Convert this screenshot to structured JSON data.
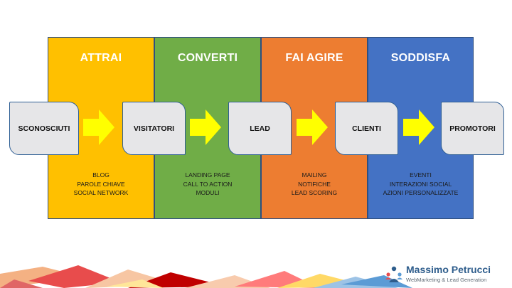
{
  "columns": [
    {
      "title": "ATTRAI",
      "items": [
        "BLOG",
        "PAROLE CHIAVE",
        "SOCIAL NETWORK"
      ],
      "color": "#ffc000"
    },
    {
      "title": "CONVERTI",
      "items": [
        "LANDING PAGE",
        "CALL TO ACTION",
        "MODULI"
      ],
      "color": "#70ad47"
    },
    {
      "title": "FAI AGIRE",
      "items": [
        "MAILING",
        "NOTIFICHE",
        "LEAD SCORING"
      ],
      "color": "#ed7d31"
    },
    {
      "title": "SODDISFA",
      "items": [
        "EVENTI",
        "INTERAZIONI SOCIAL",
        "AZIONI PERSONALIZZATE"
      ],
      "color": "#4472c4"
    }
  ],
  "stages": [
    "SCONOSCIUTI",
    "VISITATORI",
    "LEAD",
    "CLIENTI",
    "PROMOTORI"
  ],
  "arrow_color": "#ffff00",
  "brand": {
    "name": "Massimo Petrucci",
    "tagline": "WebMarketing & Lead Generation",
    "logo_icon": "people-network-logo"
  }
}
